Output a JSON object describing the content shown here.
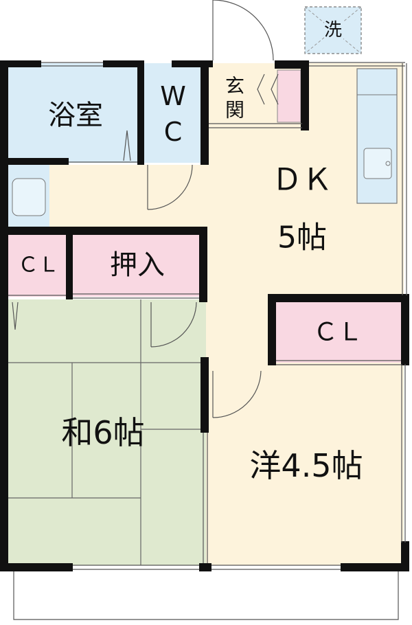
{
  "rooms": {
    "bath": "浴室",
    "wc_top": "W",
    "wc_bottom": "C",
    "entrance_top": "玄",
    "entrance_bottom": "関",
    "dk_top": "ＤＫ",
    "dk_bottom": "5帖",
    "closet_left": "ＣＬ",
    "oshiire": "押入",
    "closet_right": "ＣＬ",
    "washitsu": "和6帖",
    "youshitsu": "洋4.5帖",
    "washer": "洗"
  },
  "colors": {
    "wall": "#111111",
    "wet_area": "#d9ecf7",
    "dk": "#fdf3dc",
    "closet": "#f9d8e2",
    "tatami": "#dfe9cf",
    "entrance": "#fdf3dc"
  }
}
